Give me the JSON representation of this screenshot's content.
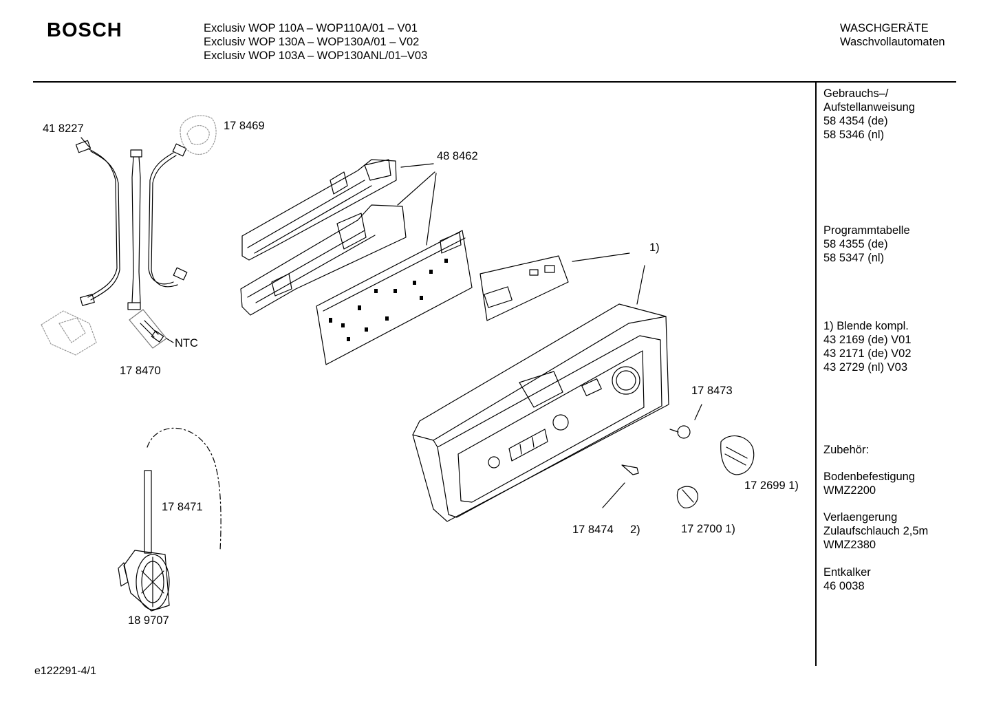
{
  "header": {
    "brand": "BOSCH",
    "models": [
      "Exclusiv WOP 110A – WOP110A/01 – V01",
      "Exclusiv WOP 130A – WOP130A/01 – V02",
      "Exclusiv WOP 103A – WOP130ANL/01–V03"
    ],
    "category": [
      "WASCHGERÄTE",
      "Waschvollautomaten"
    ]
  },
  "sidebar": {
    "manual": [
      "Gebrauchs–/",
      "Aufstellanweisung",
      "58 4354 (de)",
      "58 5346 (nl)"
    ],
    "program_table": [
      "Programmtabelle",
      "58 4355 (de)",
      "58 5347 (nl)"
    ],
    "panel": [
      "1) Blende kompl.",
      "43 2169 (de) V01",
      "43 2171 (de) V02",
      "43 2729 (nl) V03"
    ],
    "accessories_title": "Zubehör:",
    "floor_mount": [
      "Bodenbefestigung",
      "WMZ2200"
    ],
    "extension": [
      "Verlaengerung",
      "Zulaufschlauch 2,5m",
      "WMZ2380"
    ],
    "descaler": [
      "Entkalker",
      "46 0038"
    ]
  },
  "parts": {
    "p418227": "41 8227",
    "p178469": "17 8469",
    "p488462": "48 8462",
    "ntc": "NTC",
    "p178470": "17 8470",
    "ref1": "1)",
    "p178473": "17 8473",
    "p178471": "17 8471",
    "p172699": "17 2699 1)",
    "p178474": "17 8474",
    "p178474_note": "2)",
    "p172700": "17 2700 1)",
    "p189707": "18 9707"
  },
  "footer": {
    "diagram_id": "e122291-4/1"
  }
}
